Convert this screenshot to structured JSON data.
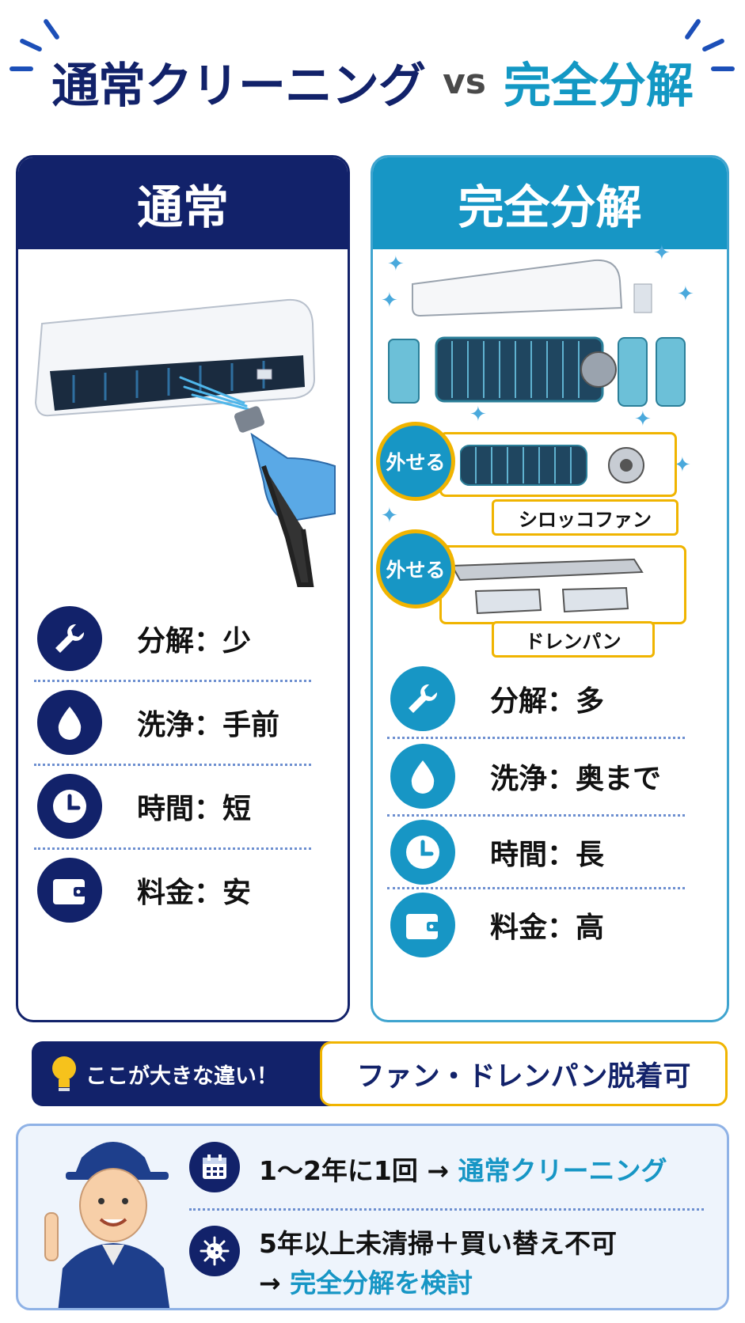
{
  "headline": {
    "left": "通常クリーニング",
    "vs": "vs",
    "right": "完全分解"
  },
  "left_panel": {
    "title": "通常",
    "specs": [
      {
        "icon": "wrench-icon",
        "label": "分解：少"
      },
      {
        "icon": "water-drop-icon",
        "label": "洗浄：手前"
      },
      {
        "icon": "clock-icon",
        "label": "時間：短"
      },
      {
        "icon": "wallet-icon",
        "label": "料金：安"
      }
    ]
  },
  "right_panel": {
    "title": "完全分解",
    "tag_1": "外せる",
    "part_1": "シロッコファン",
    "tag_2": "外せる",
    "part_2": "ドレンパン",
    "specs": [
      {
        "icon": "wrench-icon",
        "label": "分解：多"
      },
      {
        "icon": "water-drop-icon",
        "label": "洗浄：奥まで"
      },
      {
        "icon": "clock-icon",
        "label": "時間：長"
      },
      {
        "icon": "wallet-icon",
        "label": "料金：高"
      }
    ]
  },
  "difference": {
    "label": "ここが大きな違い！",
    "value": "ファン・ドレンパン脱着可"
  },
  "bottom": {
    "row1": {
      "text": "1〜2年に1回 → ",
      "accent": "通常クリーニング"
    },
    "row2": {
      "line1": "5年以上未清掃＋買い替え不可",
      "line2_prefix": "→ ",
      "line2_accent": "完全分解を検討"
    }
  },
  "colors": {
    "navy": "#12226a",
    "cyan": "#1796c5",
    "yellow": "#f0b400"
  }
}
